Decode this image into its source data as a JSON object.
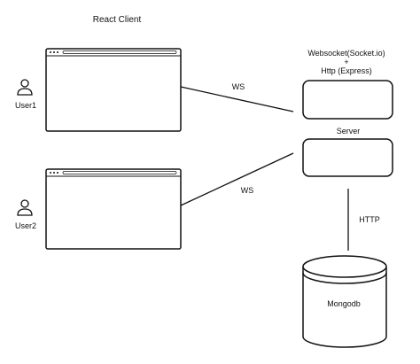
{
  "title": "React Client",
  "users": [
    {
      "label": "User1",
      "icon": "user-icon"
    },
    {
      "label": "User2",
      "icon": "user-icon"
    }
  ],
  "browser_windows": [
    {
      "name": "browser-window-user1"
    },
    {
      "name": "browser-window-user2"
    }
  ],
  "connections": {
    "ws_top": "WS",
    "ws_bottom": "WS",
    "http": "HTTP"
  },
  "server": {
    "stack_line1": "Websocket(Socket.io)",
    "stack_line2": "+",
    "stack_line3": "Http (Express)",
    "label": "Server"
  },
  "database": {
    "label": "Mongodb",
    "icon": "database-cylinder-icon"
  },
  "colors": {
    "stroke": "#111111",
    "background": "#ffffff"
  }
}
